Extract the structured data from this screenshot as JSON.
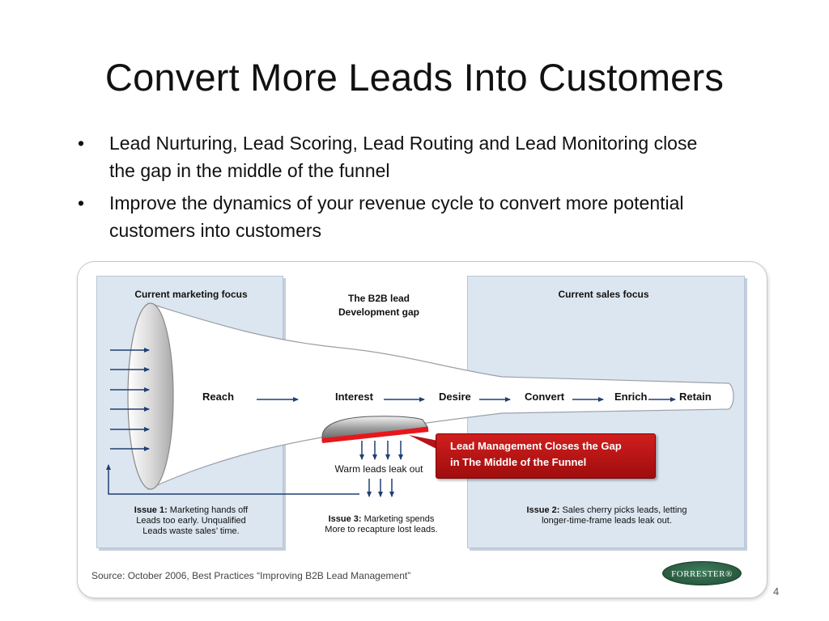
{
  "slide": {
    "title": "Convert More Leads Into Customers",
    "bullets": [
      "Lead Nurturing, Lead Scoring, Lead Routing and Lead Monitoring close the gap in the middle of the funnel",
      "Improve the dynamics of your revenue cycle to convert more potential customers into customers"
    ],
    "bullet_glyph": "•",
    "page_number": "4"
  },
  "diagram": {
    "left_panel_label": "Current marketing focus",
    "center_label_line1": "The B2B lead",
    "center_label_line2": "Development gap",
    "right_panel_label": "Current sales focus",
    "stages": [
      "Reach",
      "Interest",
      "Desire",
      "Convert",
      "Enrich",
      "Retain"
    ],
    "leak_label": "Warm leads leak out",
    "callout_line1": "Lead Management Closes the Gap",
    "callout_line2": "in The Middle of the Funnel",
    "issue1": {
      "heading": "Issue 1:",
      "text1": " Marketing hands off",
      "text2": "Leads too early. Unqualified",
      "text3": "Leads waste sales’ time."
    },
    "issue3": {
      "heading": "Issue 3:",
      "text1": " Marketing spends",
      "text2": "More to recapture lost leads."
    },
    "issue2": {
      "heading": "Issue 2:",
      "text1": " Sales cherry picks leads, letting",
      "text2": "longer-time-frame leads leak out."
    },
    "source": "Source: October 2006, Best Practices “Improving B2B Lead Management”",
    "logo_text": "FORRESTER®",
    "colors": {
      "panel": "#dce6f0",
      "arrow": "#1f3f73",
      "callout": "#c0141a",
      "gap_bar": "#e8161c"
    }
  }
}
